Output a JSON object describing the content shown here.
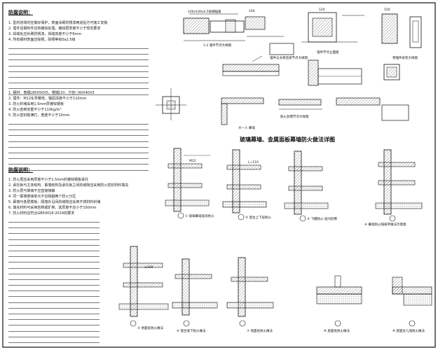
{
  "sheet": {
    "section_titles": {
      "anti_corrosion": "防腐说明：",
      "waterproof": "防腐说明："
    },
    "diagram_title": "玻璃幕墙、金属面板幕墙防火做法详图",
    "notes_top": [
      "1. 型材进场时应做好保护，表面涂刷防锈漆两道后方可施工安装",
      "2. 埋件及钢构件应热镀锌处理，镀锌层厚度不小于规范要求",
      "3. 焊缝处应补刷防锈漆，焊缝高度不小于6mm",
      "4. 所有钢材表面应除锈，除锈等级Sa2.5级"
    ],
    "notes_mid": [
      "1. 钢材：角钢L80X50X5，槽钢[10，方管□60X40X3",
      "2. 埋件：M12化学螺栓，锚固深度不小于110mm",
      "3. 防火封堵采用1.5mm厚镀锌钢板",
      "4. 防火岩棉容重不小于110kg/m³",
      "5. 防火密封胶满打，宽度不小于10mm"
    ],
    "notes_bottom": [
      "1. 防火层应采用厚度不小于1.5mm的镀锌钢板承托",
      "2. 承托板与主体结构、幕墙结构及承托板之间的缝隙应采用防火密封材料填充",
      "3. 防火层与玻璃不应直接接触",
      "4. 同一幕墙玻璃单元不应跨越两个防火分区",
      "5. 幕墙与各层楼板、隔墙外沿间的缝隙应采用不燃材料封堵",
      "6. 填充材料可采用岩棉或矿棉，其厚度不应小于100mm",
      "7. 防火材料应符合GB50016-2014的要求"
    ],
    "top_captions": [
      "1:2 埋件节点大样图",
      "埋件与龙骨连接节点大样图",
      "埋件节点立面图",
      "预埋件安装大样图"
    ],
    "mid_captions": [
      "大一人 幕墙",
      "防火封堵节点大样图"
    ],
    "detail_captions": [
      "①  玻璃幕墙层间防火",
      "②  窗台上下层防火",
      "③  飞檐防火 层间封堵",
      "④  幕墙防火隔离带做法示意图",
      "⑤  地面处防火做法",
      "⑥  窗台墙下防火做法",
      "⑦  地面处防火做法",
      "⑧  屋面处防火做法",
      "⑨  屋面女儿墙防火做法"
    ],
    "dims": [
      "100x100x4.5角钢锚板",
      "100",
      "120",
      "150",
      "M12",
      "L=110",
      "≥100"
    ],
    "palette": {
      "ink": "#111111",
      "hatch": "#444444",
      "paper": "#ffffff"
    }
  }
}
